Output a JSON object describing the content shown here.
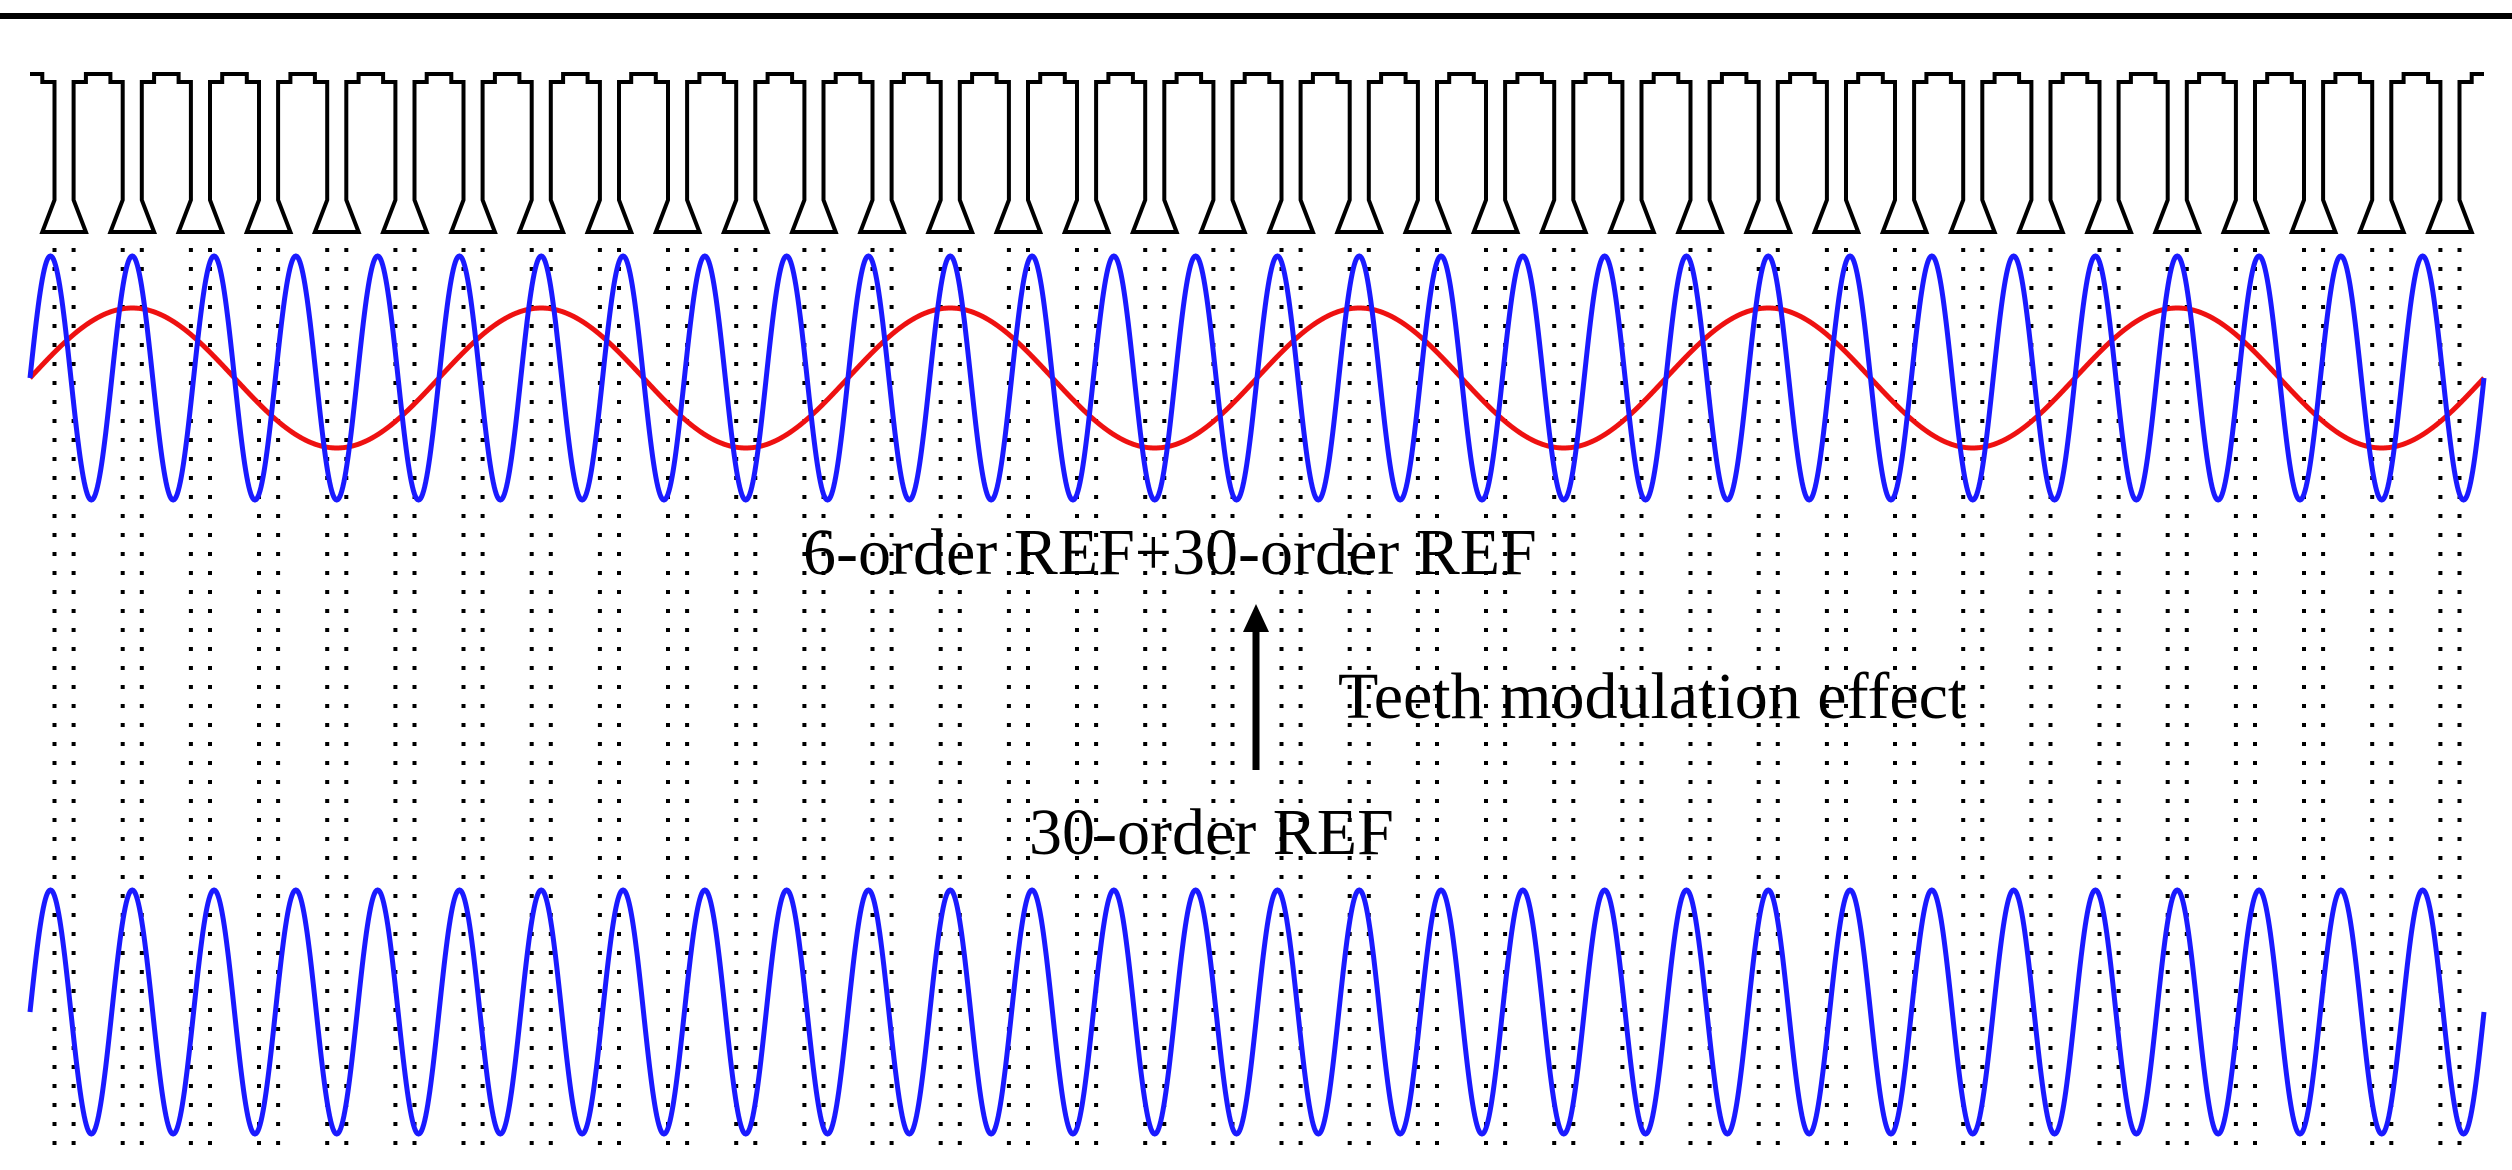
{
  "labels": {
    "combined": "6-order REF+30-order REF",
    "modulation": "Teeth modulation effect",
    "order30": "30-order REF"
  },
  "diagram": {
    "teeth_count": 36,
    "combined_wave": {
      "high_order": 30,
      "low_order": 6,
      "high_color": "#1a1aff",
      "low_color": "#ee1111"
    },
    "bottom_wave": {
      "order": 30,
      "color": "#1a1aff"
    },
    "grid": "dotted"
  },
  "colors": {
    "ink": "#000000",
    "blue": "#1a1aff",
    "red": "#ee1111",
    "background": "#ffffff"
  }
}
